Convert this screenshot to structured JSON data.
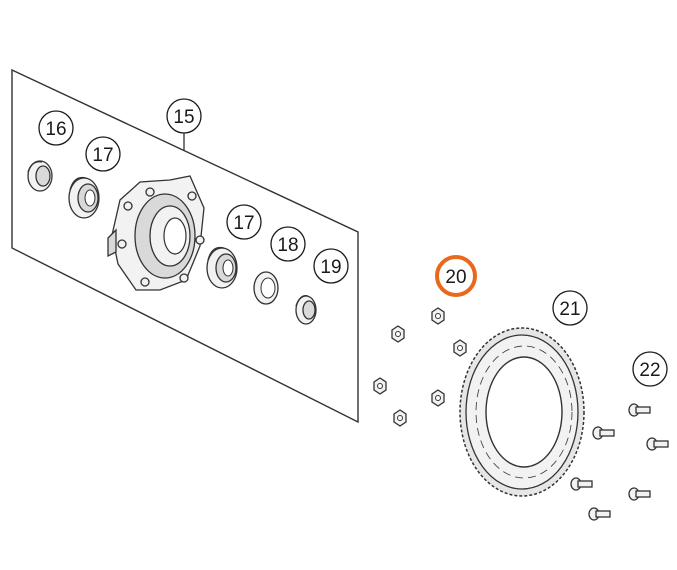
{
  "callouts": [
    {
      "id": "16",
      "label": "16",
      "highlighted": false
    },
    {
      "id": "17a",
      "label": "17",
      "highlighted": false
    },
    {
      "id": "15",
      "label": "15",
      "highlighted": false
    },
    {
      "id": "17b",
      "label": "17",
      "highlighted": false
    },
    {
      "id": "18",
      "label": "18",
      "highlighted": false
    },
    {
      "id": "19",
      "label": "19",
      "highlighted": false
    },
    {
      "id": "20",
      "label": "20",
      "highlighted": true
    },
    {
      "id": "21",
      "label": "21",
      "highlighted": false
    },
    {
      "id": "22",
      "label": "22",
      "highlighted": false
    }
  ],
  "colors": {
    "highlight": "#e8691e",
    "stroke": "#333333",
    "callout_stroke": "#1a1a1a"
  },
  "parts": [
    {
      "name": "seal",
      "ref": "16"
    },
    {
      "name": "bearing",
      "ref": "17"
    },
    {
      "name": "hub",
      "ref": "15"
    },
    {
      "name": "spacer",
      "ref": "18"
    },
    {
      "name": "seal-right",
      "ref": "19"
    },
    {
      "name": "nut",
      "ref": "20"
    },
    {
      "name": "sprocket",
      "ref": "21"
    },
    {
      "name": "bolt",
      "ref": "22"
    }
  ]
}
